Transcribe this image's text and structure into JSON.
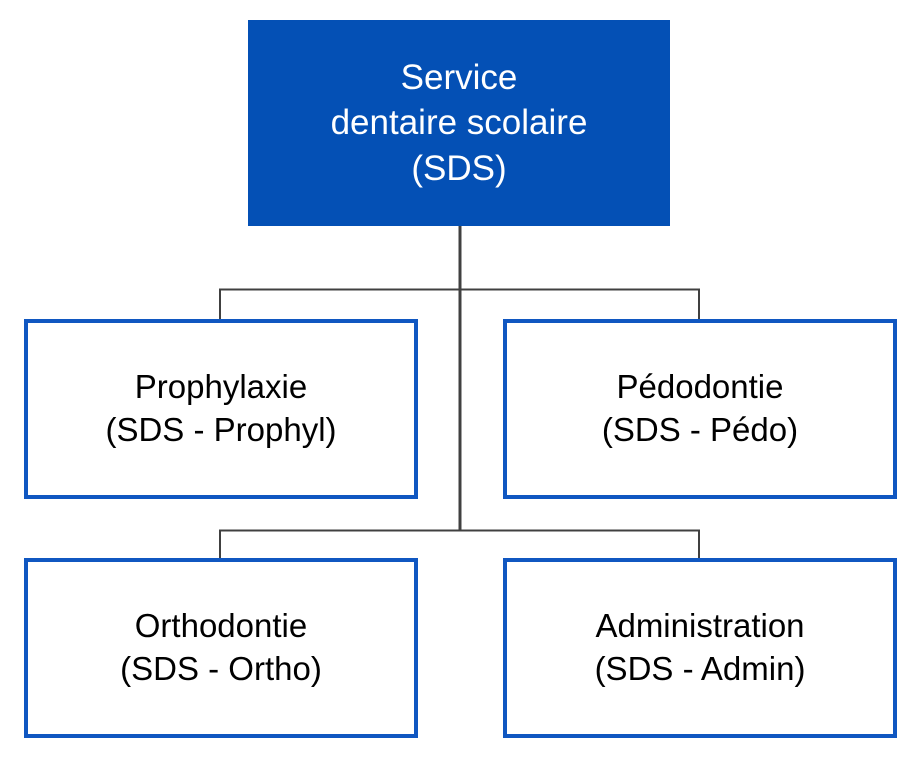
{
  "diagram": {
    "type": "organizational-chart",
    "title": "Service dentaire scolaire (SDS)",
    "language": "fr",
    "orientation": "top-down",
    "colors": {
      "root_fill": "#0450B5",
      "root_text": "#FFFFFF",
      "child_fill": "#FFFFFF",
      "child_border": "#1057C1",
      "child_text": "#000000",
      "connector_line": "#404040",
      "background": "#FFFFFF"
    },
    "root": {
      "id": "sds",
      "name": "Service dentaire scolaire",
      "abbreviation": "(SDS)",
      "lines": [
        "Service",
        "dentaire scolaire",
        "(SDS)"
      ]
    },
    "children": [
      {
        "id": "prophylaxie",
        "name": "Prophylaxie",
        "code": "(SDS - Prophyl)",
        "lines": [
          "Prophylaxie",
          "(SDS - Prophyl)"
        ],
        "row": 1,
        "column": "left"
      },
      {
        "id": "pedodontie",
        "name": "Pédodontie",
        "code": "(SDS - Pédo)",
        "lines": [
          "Pédodontie",
          "(SDS - Pédo)"
        ],
        "row": 1,
        "column": "right"
      },
      {
        "id": "orthodontie",
        "name": "Orthodontie",
        "code": "(SDS - Ortho)",
        "lines": [
          "Orthodontie",
          "(SDS - Ortho)"
        ],
        "row": 2,
        "column": "left"
      },
      {
        "id": "administration",
        "name": "Administration",
        "code": "(SDS - Admin)",
        "lines": [
          "Administration",
          "(SDS - Admin)"
        ],
        "row": 2,
        "column": "right"
      }
    ]
  }
}
